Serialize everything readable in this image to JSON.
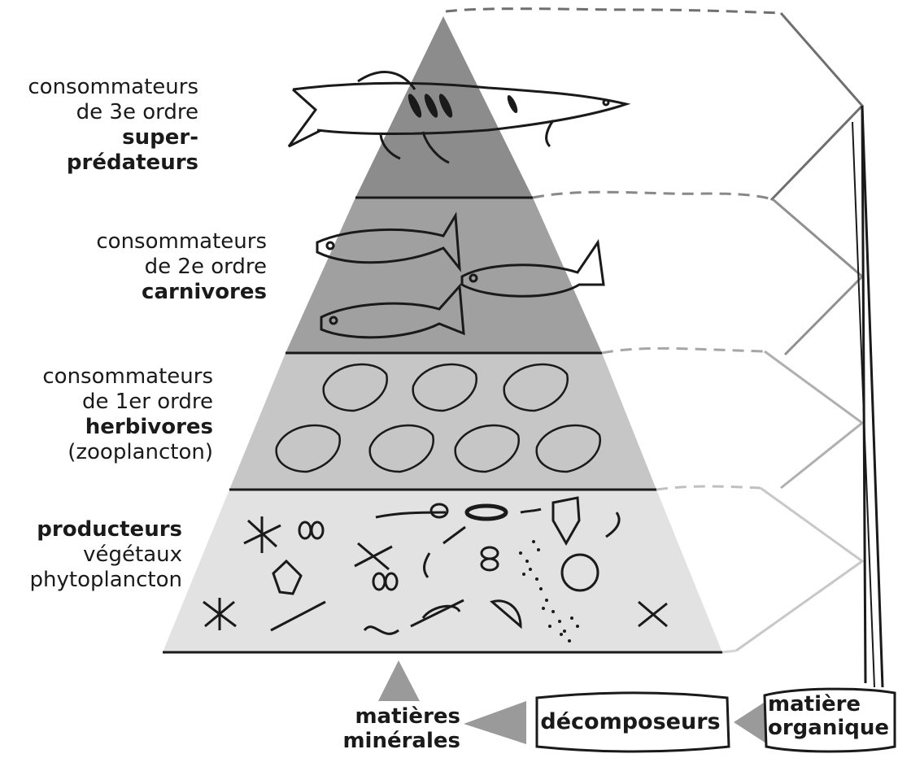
{
  "levels": {
    "super": {
      "line1": "consommateurs",
      "line2": "de 3e ordre",
      "name": "super-prédateurs",
      "color": "#8c8c8c"
    },
    "carnivores": {
      "line1": "consommateurs",
      "line2": "de 2e ordre",
      "name": "carnivores",
      "color": "#a0a0a0"
    },
    "herbivores": {
      "line1": "consommateurs",
      "line2": "de 1er ordre",
      "name": "herbivores",
      "extra": "(zooplancton)",
      "color": "#c6c6c6"
    },
    "producteurs": {
      "name": "producteurs",
      "line1": "végétaux",
      "line2": "phytoplancton",
      "color": "#e2e2e2"
    }
  },
  "cycle": {
    "minerales_line1": "matières",
    "minerales_line2": "minérales",
    "decomposeurs": "décomposeurs",
    "organique_line1": "matière",
    "organique_line2": "organique"
  }
}
